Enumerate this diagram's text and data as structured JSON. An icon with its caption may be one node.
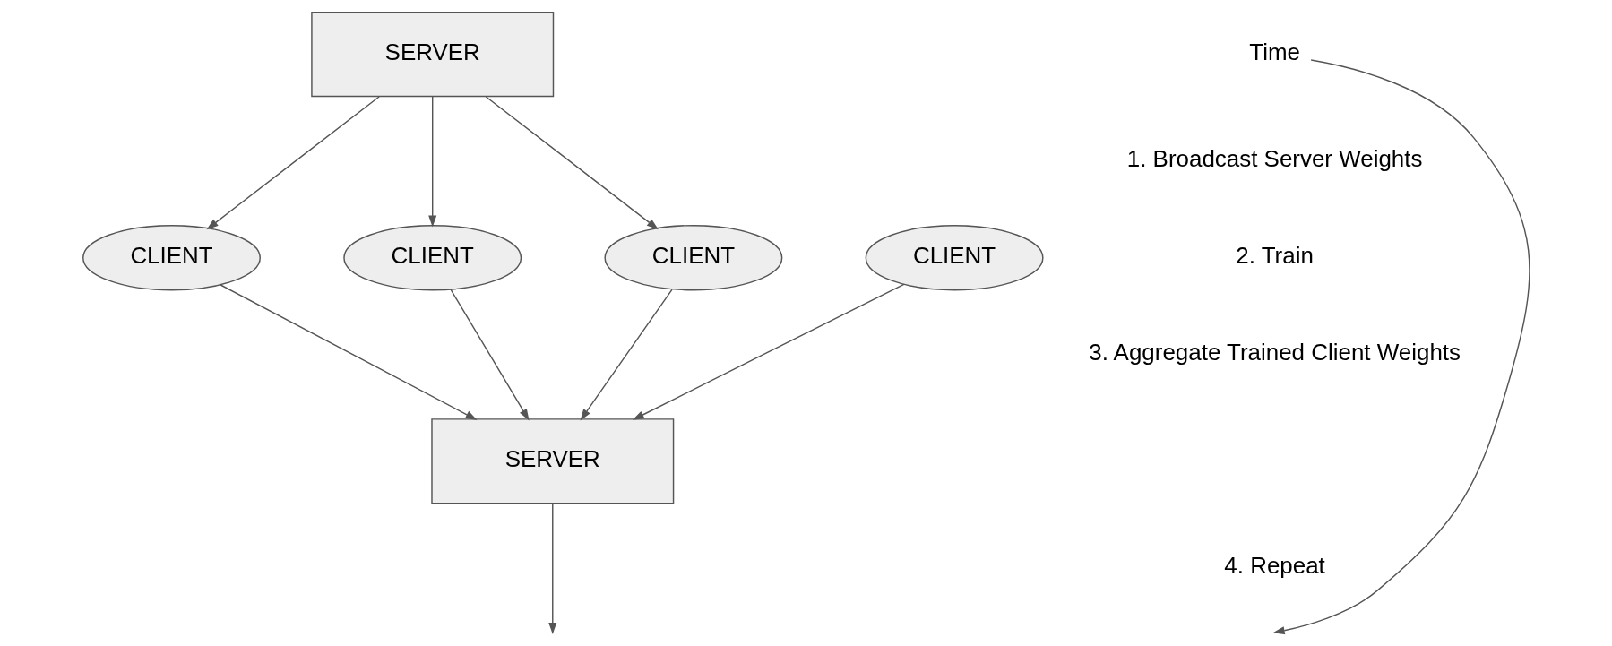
{
  "diagram": {
    "nodes": [
      {
        "text": [
          "SERVER"
        ]
      },
      {
        "text": [
          "CLIENT"
        ]
      },
      {
        "text": [
          "CLIENT"
        ]
      },
      {
        "text": [
          "CLIENT"
        ]
      },
      {
        "text": [
          "CLIENT"
        ]
      },
      {
        "text": [
          "SERVER"
        ]
      }
    ],
    "edges": [
      {
        "from": 0,
        "to": 1,
        "arrow": "to"
      },
      {
        "from": 0,
        "to": 3,
        "arrow": "to"
      },
      {
        "from": 0,
        "to": 4,
        "arrow": "to"
      },
      {
        "from": 1,
        "to": 5,
        "arrow": "to"
      },
      {
        "from": 2,
        "to": 5,
        "arrow": "to"
      },
      {
        "from": 3,
        "to": 5,
        "arrow": "to"
      },
      {
        "from": 4,
        "to": 5,
        "arrow": "to"
      },
      {
        "from": 5,
        "to": null,
        "arrow": "to"
      }
    ],
    "labels": [
      "Time",
      "1. Broadcast Server Weights",
      "2. Train",
      "3. Aggregate Trained Client Weights",
      "4. Repeat"
    ]
  }
}
